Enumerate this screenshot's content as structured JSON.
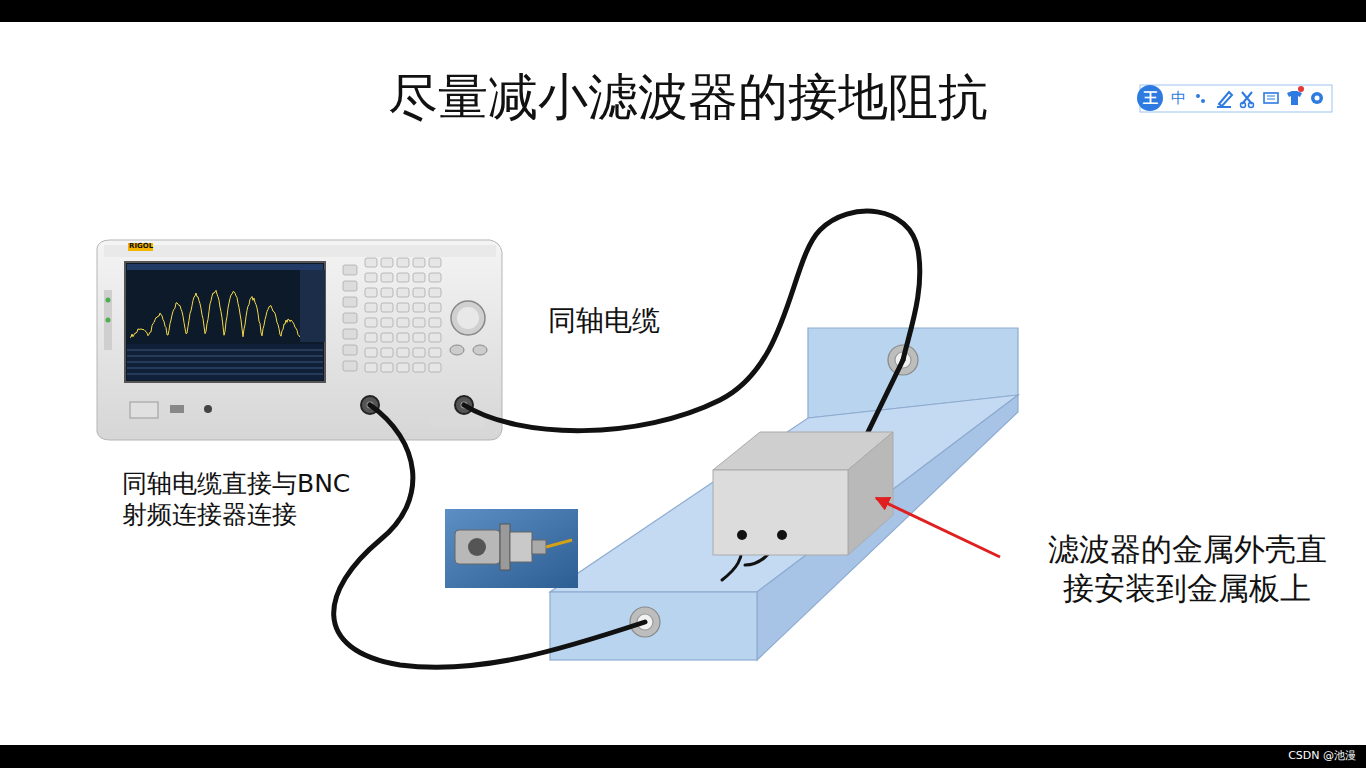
{
  "diagram": {
    "title": "尽量减小滤波器的接地阻抗",
    "labels": [
      "同轴电缆",
      "同轴电缆直接与BNC 射频连接器连接",
      "滤波器的金属外壳直接安装到金属板上",
      "RIGOL",
      "王",
      "中",
      "CSDN @池漫"
    ]
  }
}
